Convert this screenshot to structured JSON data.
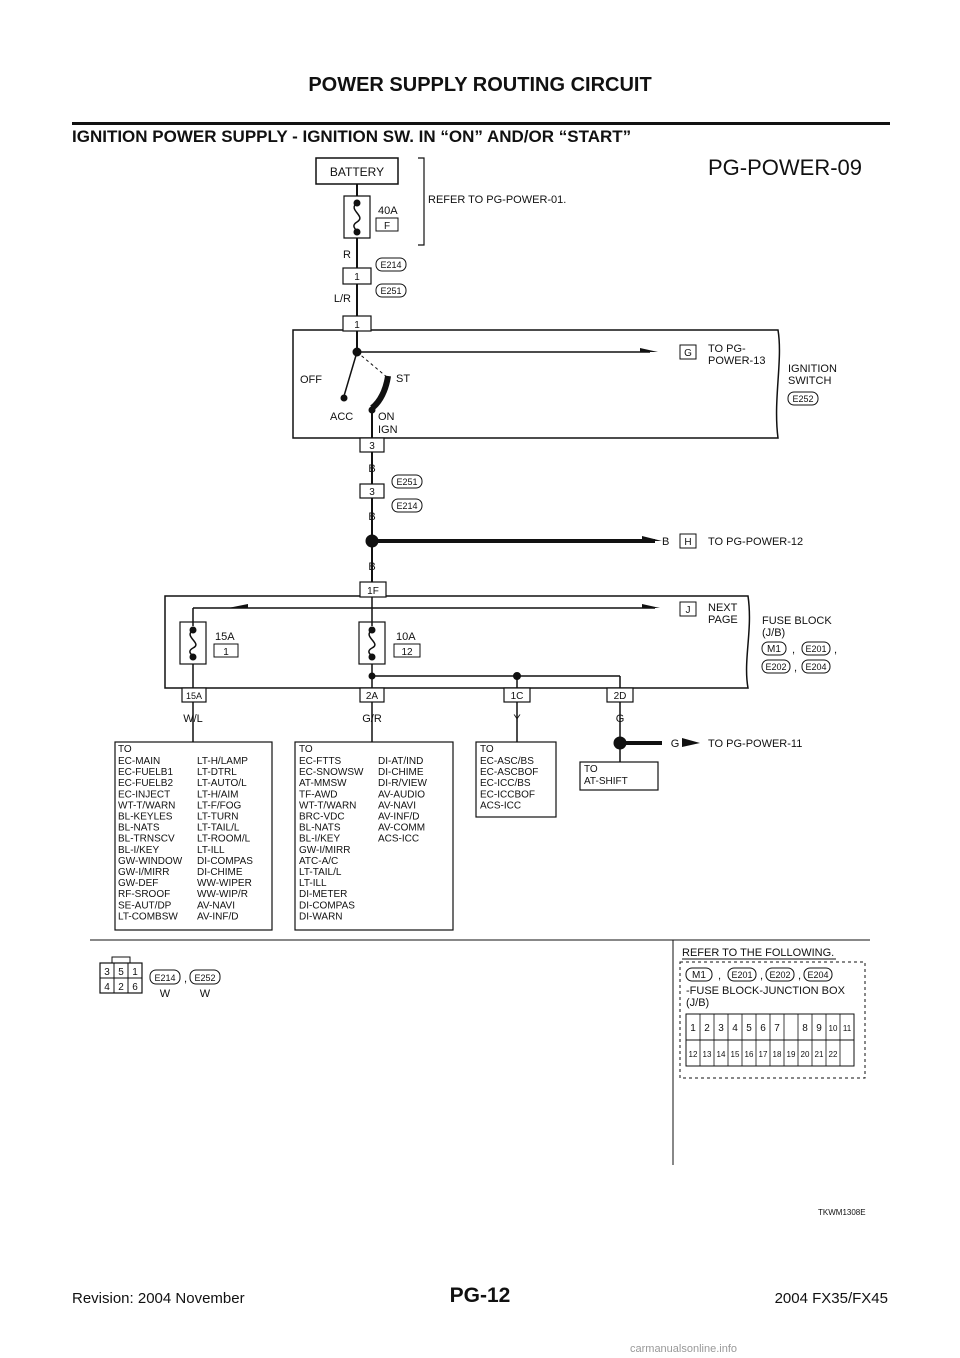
{
  "header": {
    "page_title": "POWER SUPPLY ROUTING CIRCUIT",
    "section_title": "IGNITION POWER SUPPLY - IGNITION SW. IN “ON” AND/OR “START”"
  },
  "diagram": {
    "id": "PG-POWER-09",
    "battery": "BATTERY",
    "fusible_link": {
      "rating": "40A",
      "letter": "F"
    },
    "refer_battery": "REFER TO PG-POWER-01.",
    "conn_e214": "E214",
    "conn_e251": "E251",
    "conn_e252": "E252",
    "conn_e201": "E201",
    "conn_e202": "E202",
    "conn_e204": "E204",
    "conn_m1": "M1",
    "pins": {
      "p1": "1",
      "p3": "3",
      "p1f": "1F",
      "p15a": "15A",
      "p2a": "2A",
      "p1c": "1C",
      "p2d": "2D",
      "p12": "12"
    },
    "wires": {
      "r": "R",
      "lr": "L/R",
      "b": "B",
      "wl": "W/L",
      "gr": "G/R",
      "y": "Y",
      "g": "G"
    },
    "ignition": {
      "off": "OFF",
      "acc": "ACC",
      "on": "ON",
      "ign": "IGN",
      "st": "ST",
      "name1": "IGNITION",
      "name2": "SWITCH",
      "to_g1": "TO PG-",
      "to_g2": "POWER-13"
    },
    "letters": {
      "g": "G",
      "h": "H",
      "j": "J"
    },
    "to_h": "TO PG-POWER-12",
    "to_g11": "TO PG-POWER-11",
    "next1": "NEXT",
    "next2": "PAGE",
    "fuse_block1": "FUSE BLOCK",
    "fuse_block2": "(J/B)",
    "fuse15": {
      "rating": "15A",
      "num": "1"
    },
    "fuse10": {
      "rating": "10A",
      "num": "12"
    },
    "comma": ",",
    "box1": {
      "to": "TO",
      "col1": [
        "EC-MAIN",
        "EC-FUELB1",
        "EC-FUELB2",
        "EC-INJECT",
        "WT-T/WARN",
        "BL-KEYLES",
        "BL-NATS",
        "BL-TRNSCV",
        "BL-I/KEY",
        "GW-WINDOW",
        "GW-I/MIRR",
        "GW-DEF",
        "RF-SROOF",
        "SE-AUT/DP",
        "LT-COMBSW"
      ],
      "col2": [
        "LT-H/LAMP",
        "LT-DTRL",
        "LT-AUTO/L",
        "LT-H/AIM",
        "LT-F/FOG",
        "LT-TURN",
        "LT-TAIL/L",
        "LT-ROOM/L",
        "LT-ILL",
        "DI-COMPAS",
        "DI-CHIME",
        "WW-WIPER",
        "WW-WIP/R",
        "AV-NAVI",
        "AV-INF/D"
      ]
    },
    "box2": {
      "to": "TO",
      "col1": [
        "EC-FTTS",
        "EC-SNOWSW",
        "AT-MMSW",
        "TF-AWD",
        "WT-T/WARN",
        "BRC-VDC",
        "BL-NATS",
        "BL-I/KEY",
        "GW-I/MIRR",
        "ATC-A/C",
        "LT-TAIL/L",
        "LT-ILL",
        "DI-METER",
        "DI-COMPAS",
        "DI-WARN"
      ],
      "col2": [
        "DI-AT/IND",
        "DI-CHIME",
        "DI-R/VIEW",
        "AV-AUDIO",
        "AV-NAVI",
        "AV-INF/D",
        "AV-COMM",
        "ACS-ICC"
      ]
    },
    "box3": {
      "to": "TO",
      "items": [
        "EC-ASC/BS",
        "EC-ASCBOF",
        "EC-ICC/BS",
        "EC-ICCBOF",
        "ACS-ICC"
      ]
    },
    "box4": {
      "to": "TO",
      "items": [
        "AT-SHIFT"
      ]
    },
    "connector_face": {
      "top": [
        "3",
        "5",
        "1"
      ],
      "bottom": [
        "4",
        "2",
        "6"
      ],
      "color1": "W",
      "color2": "W"
    },
    "refer_following": "REFER TO THE FOLLOWING.",
    "fuse_jbox1": "-FUSE BLOCK-JUNCTION BOX",
    "fuse_jbox2": "(J/B)",
    "jb_row1": [
      "1",
      "2",
      "3",
      "4",
      "5",
      "6",
      "7",
      "8",
      "9",
      "10",
      "11"
    ],
    "jb_row2": [
      "12",
      "13",
      "14",
      "15",
      "16",
      "17",
      "18",
      "19",
      "20",
      "21",
      "22"
    ],
    "code": "TKWM1308E"
  },
  "footer": {
    "revision": "Revision: 2004 November",
    "page": "PG-12",
    "model": "2004 FX35/FX45",
    "watermark": "carmanualsonline.info"
  }
}
